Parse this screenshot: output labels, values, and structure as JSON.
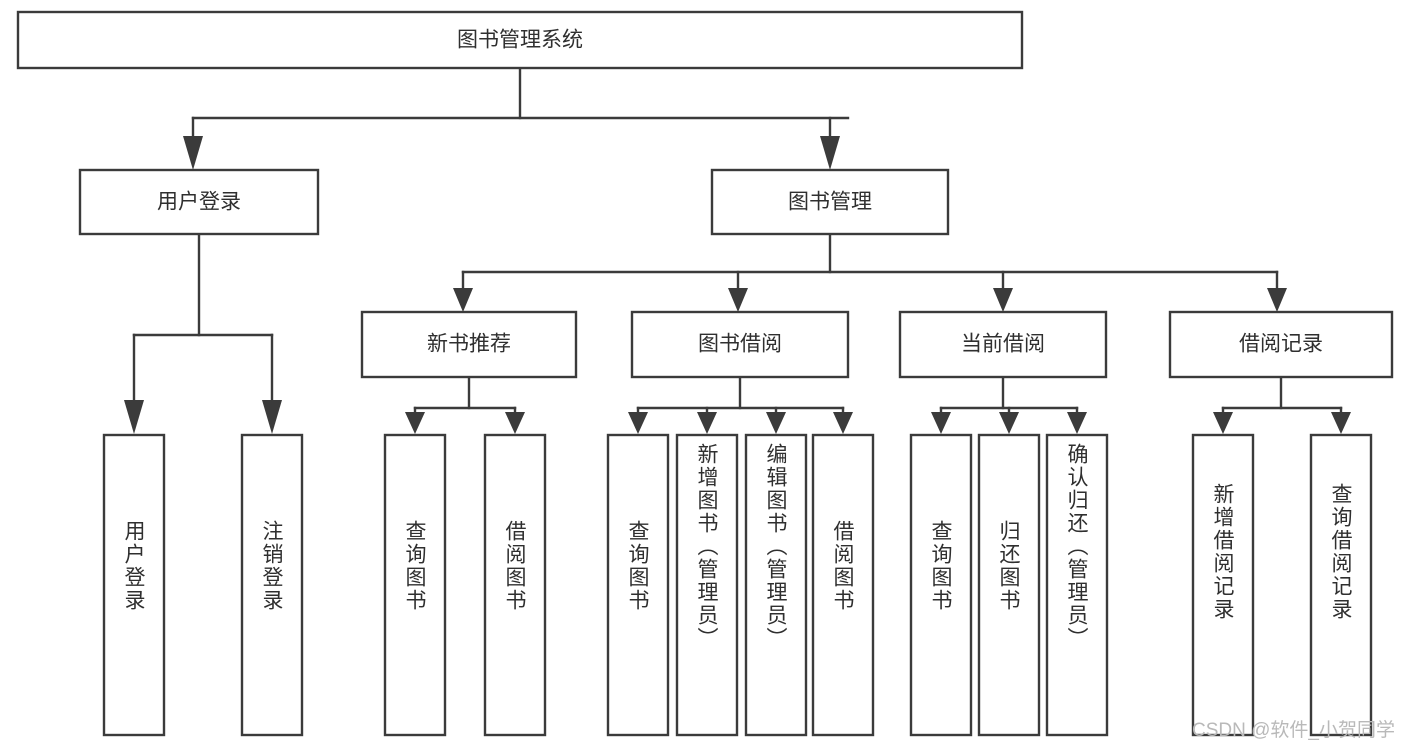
{
  "diagram": {
    "title": "图书管理系统",
    "type": "tree-hierarchy",
    "watermark": "CSDN @软件_小贺同学",
    "colors": {
      "stroke": "#3b3b3b",
      "box_fill": "#ffffff",
      "text": "#2f2f2f",
      "watermark": "#b9b9b9",
      "background": "#ffffff"
    },
    "levels": {
      "root": {
        "label": "图书管理系统"
      },
      "level2": [
        {
          "label": "用户登录"
        },
        {
          "label": "图书管理"
        }
      ],
      "level3": [
        {
          "label": "新书推荐"
        },
        {
          "label": "图书借阅"
        },
        {
          "label": "当前借阅"
        },
        {
          "label": "借阅记录"
        }
      ],
      "leaves": {
        "user_login": [
          {
            "label": "用户登录"
          },
          {
            "label": "注销登录"
          }
        ],
        "new_book_recommend": [
          {
            "label": "查询图书"
          },
          {
            "label": "借阅图书"
          }
        ],
        "book_borrow": [
          {
            "label": "查询图书"
          },
          {
            "label": "新增图书（管理员）"
          },
          {
            "label": "编辑图书（管理员）"
          },
          {
            "label": "借阅图书"
          }
        ],
        "current_borrow": [
          {
            "label": "查询图书"
          },
          {
            "label": "归还图书"
          },
          {
            "label": "确认归还（管理员）"
          }
        ],
        "borrow_record": [
          {
            "label": "新增借阅记录"
          },
          {
            "label": "查询借阅记录"
          }
        ]
      }
    }
  }
}
